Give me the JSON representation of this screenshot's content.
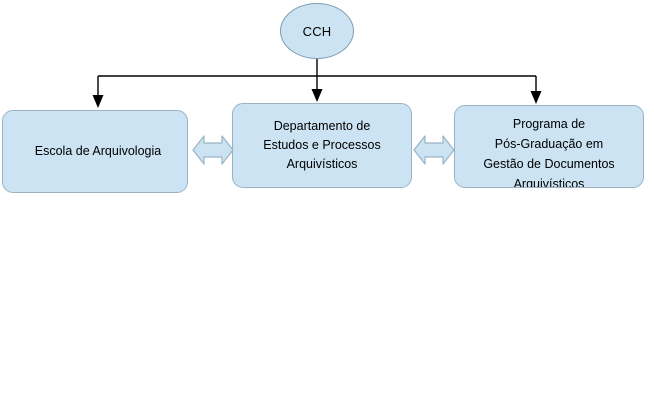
{
  "diagram": {
    "type": "organizational-hierarchy",
    "background_color": "#ffffff",
    "node_fill_color": "#cbe3f2",
    "node_border_color": "#9ab3c4",
    "connector_color": "#000000",
    "root": {
      "label": "CCH",
      "shape": "ellipse"
    },
    "units": [
      {
        "id": "escola",
        "label": "Escola de Arquivologia",
        "shape": "rounded-rectangle"
      },
      {
        "id": "departamento",
        "label": "Departamento de\nEstudos e Processos\nArquivísticos",
        "shape": "rounded-rectangle"
      },
      {
        "id": "programa",
        "label": "Programa de\nPós-Graduação em\nGestão de Documentos\nArquivísticos",
        "shape": "rounded-rectangle"
      }
    ],
    "connectors": [
      {
        "id": "root-to-escola",
        "from": "CCH",
        "to": "Escola de Arquivologia",
        "style": "single-arrow-down"
      },
      {
        "id": "root-to-departamento",
        "from": "CCH",
        "to": "Departamento de Estudos e Processos Arquivísticos",
        "style": "single-arrow-down"
      },
      {
        "id": "root-to-programa",
        "from": "CCH",
        "to": "Programa de Pós-Graduação em Gestão de Documentos Arquivísticos",
        "style": "single-arrow-down"
      },
      {
        "id": "escola-departamento",
        "from": "Escola de Arquivologia",
        "to": "Departamento de Estudos e Processos Arquivísticos",
        "style": "double-headed-arrow"
      },
      {
        "id": "departamento-programa",
        "from": "Departamento de Estudos e Processos Arquivísticos",
        "to": "Programa de Pós-Graduação em Gestão de Documentos Arquivísticos",
        "style": "double-headed-arrow"
      }
    ]
  }
}
